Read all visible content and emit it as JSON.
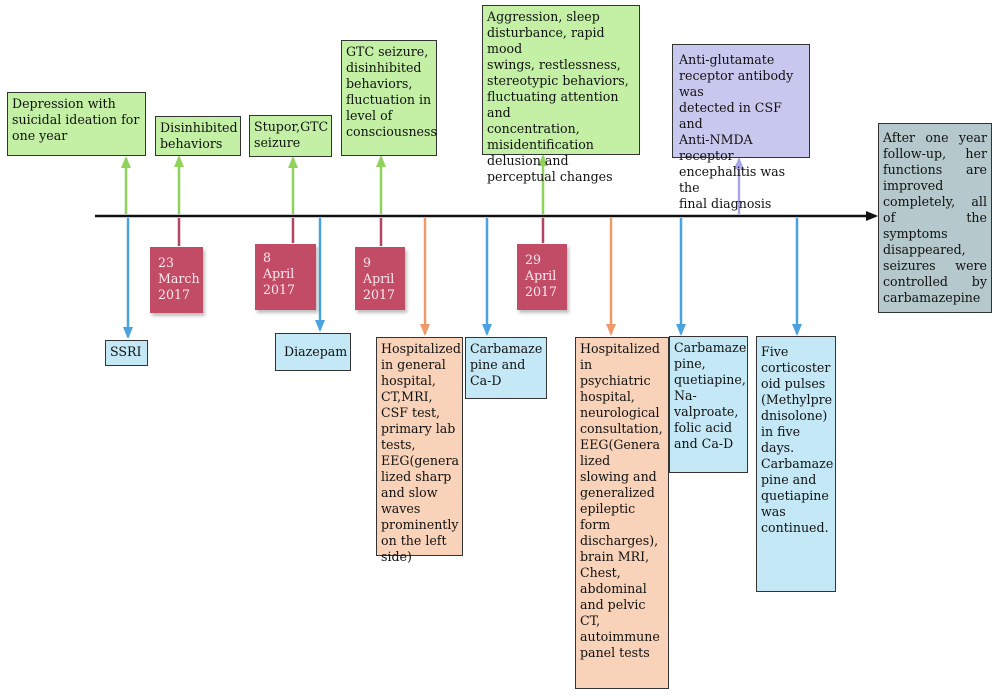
{
  "top_events": [
    {
      "text": "Depression with\nsuicidal ideation for\none year"
    },
    {
      "text": "Disinhibited\nbehaviors"
    },
    {
      "text": "Stupor,GTC\nseizure"
    },
    {
      "text": "GTC seizure,\ndisinhibited\nbehaviors,\nfluctuation in\nlevel of\nconsciousness"
    },
    {
      "text": "Aggression, sleep\ndisturbance, rapid mood\nswings, restlessness,\nstereotypic behaviors,\nfluctuating attention and\nconcentration,\nmisidentification\ndelusion and\nperceptual changes"
    },
    {
      "text": "Anti-glutamate\nreceptor antibody was\ndetected in CSF and\nAnti-NMDA receptor\nencephalitis was the\nfinal diagnosis"
    }
  ],
  "outcome": {
    "text": "After one year follow-up, her functions are improved completely, all of the symptoms disappeared, seizures were controlled by carbamazepine"
  },
  "dates": [
    {
      "text": "23\nMarch\n2017"
    },
    {
      "text": "8\nApril\n2017"
    },
    {
      "text": "9\nApril\n2017"
    },
    {
      "text": "29\nApril\n2017"
    }
  ],
  "bottom_events": [
    {
      "text": "SSRI"
    },
    {
      "text": "Diazepam"
    },
    {
      "text": "Hospitalized\nin general\nhospital,\nCT,MRI,\nCSF test,\nprimary lab\ntests,\nEEG(genera\nlized sharp\nand slow\nwaves\nprominently\non the left\nside)"
    },
    {
      "text": "Carbamaze\npine and\nCa-D"
    },
    {
      "text": "Hospitalized\nin\npsychiatric\nhospital,\nneurological\nconsultation,\nEEG(Genera\nlized\nslowing and\ngeneralized\nepileptic\nform\ndischarges),\nbrain MRI,\nChest,\nabdominal\nand pelvic\nCT,\n autoimmune\n panel tests"
    },
    {
      "text": "Carbamaze\npine,\nquetiapine,\nNa-\nvalproate,\nfolic acid\nand Ca-D"
    },
    {
      "text": "Five\ncorticoster\noid pulses\n(Methylpre\ndnisolone)\nin five\n days.\nCarbamaze\npine and\nquetiapine\nwas\ncontinued."
    }
  ],
  "colors": {
    "event_green": "#c3f0a4",
    "treatment_blue": "#c4e8f6",
    "hospital_orange": "#f8d2b9",
    "diagnosis_purple": "#c8c8ef",
    "outcome_gray": "#b5c8cc",
    "date_red": "#c24b66",
    "arrow_green": "#8fd35c",
    "arrow_blue": "#4aa3df",
    "arrow_orange": "#ef9a6a",
    "arrow_purple": "#a9a6e6",
    "arrow_red": "#b2455f",
    "timeline": "#111111"
  }
}
